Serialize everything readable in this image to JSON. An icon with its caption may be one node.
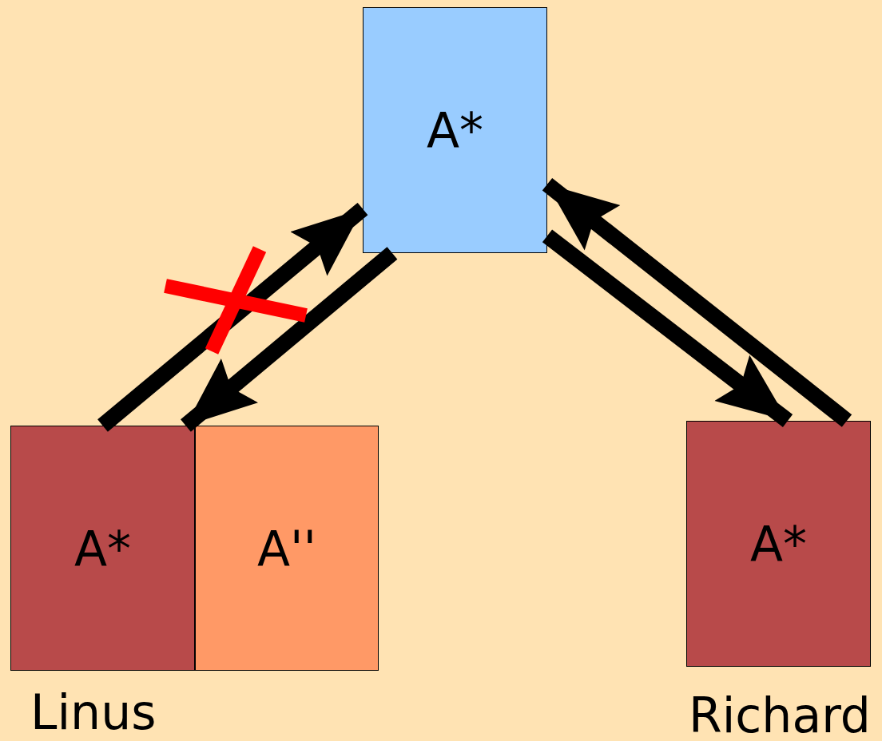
{
  "diagram": {
    "nodes": [
      {
        "text": [
          "A*"
        ]
      },
      {
        "text": [
          "A*"
        ],
        "beside": [
          "Linus"
        ]
      },
      {
        "text": [
          "A''"
        ]
      },
      {
        "text": [
          "A*"
        ],
        "beside": [
          "Richard"
        ]
      }
    ],
    "edges": [
      {
        "from": 1,
        "to": 0,
        "arrow": "to"
      },
      {
        "from": 0,
        "to": 1,
        "arrow": "to"
      },
      {
        "from": 0,
        "to": 3,
        "arrow": "to"
      },
      {
        "from": 3,
        "to": 0,
        "arrow": "to"
      }
    ]
  }
}
